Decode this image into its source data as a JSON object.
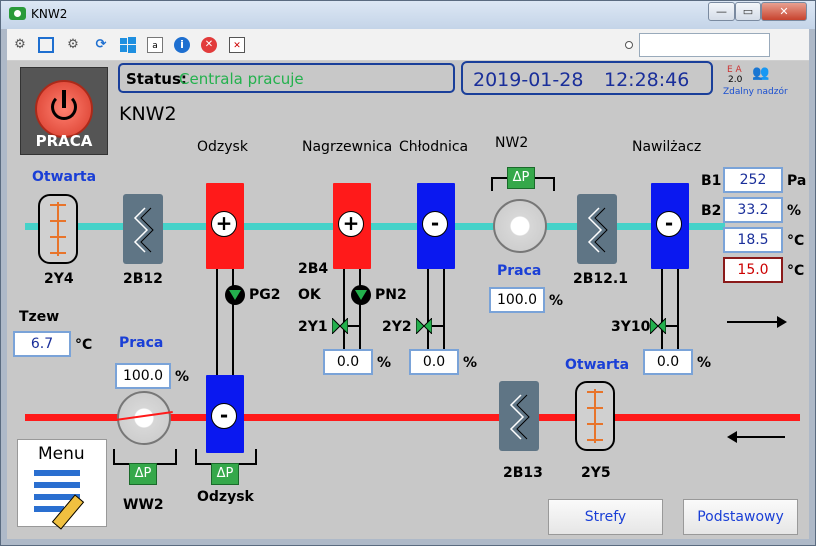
{
  "window": {
    "title": "KNW2",
    "min": "—",
    "max": "▭",
    "close": "✕"
  },
  "toolbar": {
    "icons": [
      "gear-icon",
      "fullscreen-icon",
      "settings-icon",
      "refresh-icon",
      "windows-icon",
      "document-icon",
      "info-icon",
      "close-circle-icon",
      "calendar-icon"
    ],
    "search_value": ""
  },
  "header": {
    "praca_label": "PRACA",
    "status_label": "Status:",
    "status_value": "Centrala pracuje",
    "date": "2019-01-28",
    "time": "12:28:46",
    "remote_ea": "E A",
    "remote_ver": "2.0",
    "remote_label": "Zdalny nadzór",
    "unit_title": "KNW2"
  },
  "sections": {
    "odzysk": "Odzysk",
    "nagrzewnica": "Nagrzewnica",
    "chlodnica": "Chłodnica",
    "nw2": "NW2",
    "nawilzacz": "Nawilżacz"
  },
  "supply": {
    "damper_state": "Otwarta",
    "damper_label": "2Y4",
    "filter_label": "2B12",
    "filter2_label": "2B12.1",
    "fan_state": "Praca",
    "fan_value": "100.0",
    "fan_unit": "%",
    "b1_label": "B1",
    "b1_value": "252",
    "b1_unit": "Pa",
    "b2_label": "B2",
    "b2_value": "33.2",
    "b2_unit": "%",
    "t1_value": "18.5",
    "t1_unit": "°C",
    "t2_value": "15.0",
    "t2_unit": "°C",
    "dp": "ΔP"
  },
  "hydro": {
    "pg2": "PG2",
    "b4": "2B4",
    "ok": "OK",
    "pn2": "PN2",
    "y1": "2Y1",
    "y2": "2Y2",
    "y10": "3Y10",
    "v1": "0.0",
    "v2": "0.0",
    "v3": "0.0",
    "unit": "%"
  },
  "outside": {
    "label": "Tzew",
    "value": "6.7",
    "unit": "°C"
  },
  "exhaust": {
    "fan_state": "Praca",
    "fan_value": "100.0",
    "fan_unit": "%",
    "fan_label": "WW2",
    "odzysk_label": "Odzysk",
    "filter_label": "2B13",
    "damper_state": "Otwarta",
    "damper_label": "2Y5",
    "dp": "ΔP"
  },
  "buttons": {
    "menu": "Menu",
    "strefy": "Strefy",
    "podstawowy": "Podstawowy"
  },
  "colors": {
    "supply_pipe": "#45d2c9",
    "exhaust_pipe": "#ff1a1a",
    "heater": "#ff1a1a",
    "cooler": "#0a18f0"
  }
}
